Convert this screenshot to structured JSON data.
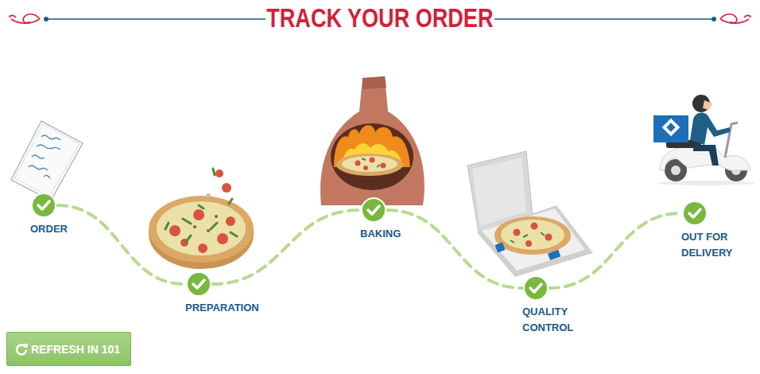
{
  "diagram": {
    "title": "TRACK YOUR ORDER",
    "nodes": [
      {
        "text": [
          "ORDER"
        ]
      },
      {
        "text": [
          "PREPARATION"
        ]
      },
      {
        "text": [
          "BAKING"
        ]
      },
      {
        "text": [
          "QUALITY CONTROL"
        ]
      },
      {
        "text": [
          "OUT FOR DELIVERY"
        ]
      },
      {
        "text": [
          "REFRESH IN 101"
        ]
      }
    ],
    "edges": [
      {
        "from": 0,
        "to": 1,
        "arrow": "none"
      },
      {
        "from": 1,
        "to": 2,
        "arrow": "none"
      },
      {
        "from": 2,
        "to": 3,
        "arrow": "none"
      },
      {
        "from": 3,
        "to": 4,
        "arrow": "none"
      }
    ]
  }
}
